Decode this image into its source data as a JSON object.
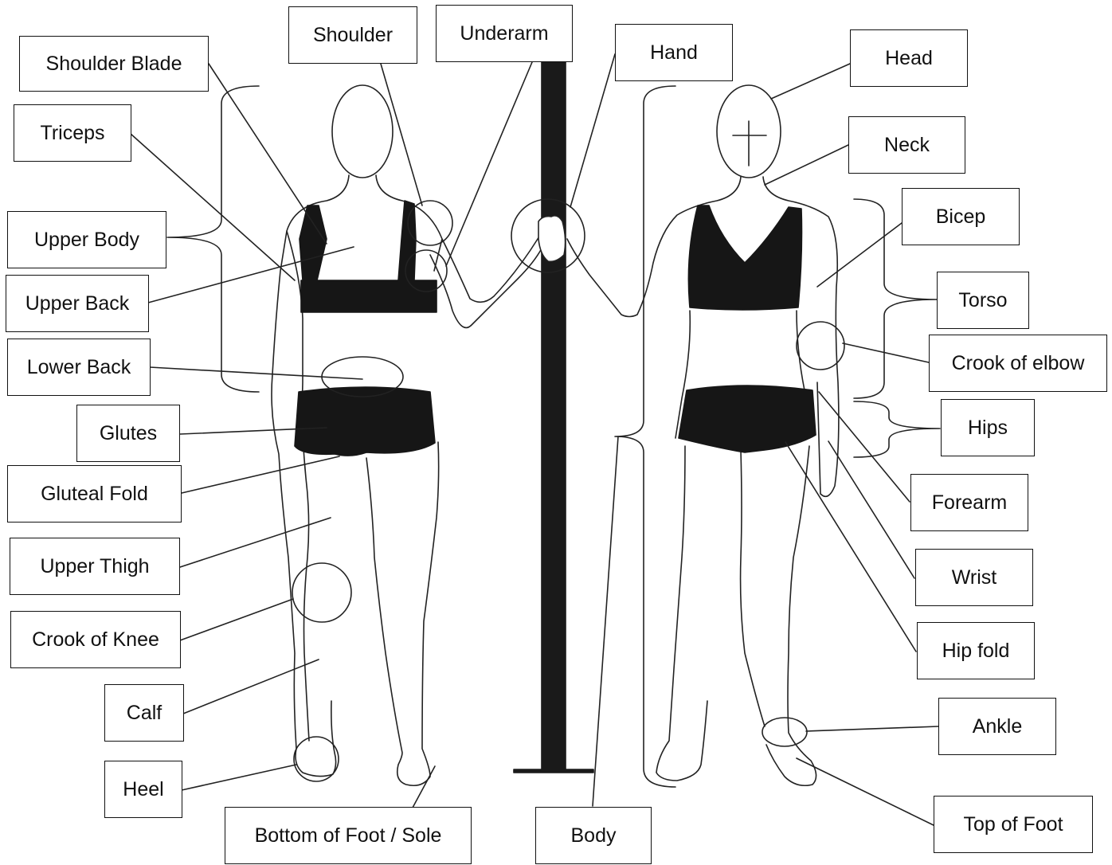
{
  "figure_title": "",
  "labels": {
    "shoulder_blade": "Shoulder Blade",
    "shoulder": "Shoulder",
    "underarm": "Underarm",
    "hand": "Hand",
    "head": "Head",
    "triceps": "Triceps",
    "neck": "Neck",
    "bicep": "Bicep",
    "upper_body": "Upper Body",
    "upper_back": "Upper Back",
    "torso": "Torso",
    "crook_of_elbow": "Crook of elbow",
    "lower_back": "Lower Back",
    "hips": "Hips",
    "glutes": "Glutes",
    "gluteal_fold": "Gluteal Fold",
    "forearm": "Forearm",
    "upper_thigh": "Upper Thigh",
    "wrist": "Wrist",
    "crook_of_knee": "Crook of Knee",
    "hip_fold": "Hip fold",
    "calf": "Calf",
    "ankle": "Ankle",
    "heel": "Heel",
    "bottom_of_foot": "Bottom of Foot / Sole",
    "body": "Body",
    "top_of_foot": "Top of Foot"
  },
  "colors": {
    "line": "#111111",
    "clothing": "#161616",
    "pole": "#1a1a1a",
    "background": "#ffffff"
  }
}
